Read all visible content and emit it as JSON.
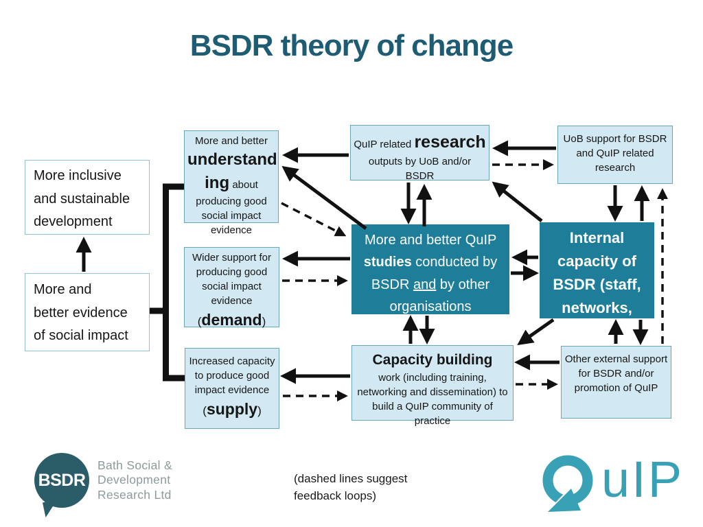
{
  "slide": {
    "title": "BSDR theory of change"
  },
  "colors": {
    "title_teal": "#1e5c73",
    "dark_box_teal": "#1e7e99",
    "light_box_fill": "#d2e8f2",
    "light_box_border": "#68a6ba",
    "arrow_black": "#111111",
    "quip_teal": "#38a1b5",
    "bsdr_bubble_teal": "#2b5d68"
  },
  "boxes": {
    "more_inclusive": {
      "line1": "More inclusive",
      "line2": "and sustainable",
      "line3": "development"
    },
    "more_evidence": {
      "line1": "More and",
      "line2": "better evidence",
      "line3": "of social impact"
    },
    "understanding": {
      "lead": "More and better",
      "big_a": "understand",
      "big_b": "ing",
      "rest": "about producing good social impact evidence"
    },
    "wider_support": {
      "body": "Wider support for producing good social impact evidence",
      "open": "(",
      "bold": "demand",
      "close": ")"
    },
    "increased_capacity": {
      "body": "Increased capacity to produce good impact evidence",
      "open": "(",
      "bold": "supply",
      "close": ")"
    },
    "research": {
      "lead": "QuIP related",
      "big": "research",
      "rest": "outputs by UoB and/or BSDR"
    },
    "uob_support": {
      "body": "UoB support for BSDR and QuIP related research"
    },
    "quip_studies": {
      "lead": "More and better QuIP",
      "bold": "studies",
      "mid": "conducted by BSDR",
      "underlined": "and",
      "rest": "by other organisations"
    },
    "internal_capacity": {
      "body": "Internal capacity of BSDR (staff, networks,"
    },
    "capacity_building": {
      "heading": "Capacity building",
      "body": "work (including training, networking and dissemination) to build a QuIP community of practice"
    },
    "other_external": {
      "body": "Other external support for BSDR and/or promotion of QuIP"
    }
  },
  "note": {
    "text": "(dashed lines suggest feedback loops)"
  },
  "logos": {
    "bsdr": {
      "acronym": "BSDR",
      "name": "Bath Social & Development Research Ltd"
    },
    "quip": {
      "brand": "QuIP",
      "letters": "uIP",
      "icon": "q-arrow-icon"
    }
  }
}
